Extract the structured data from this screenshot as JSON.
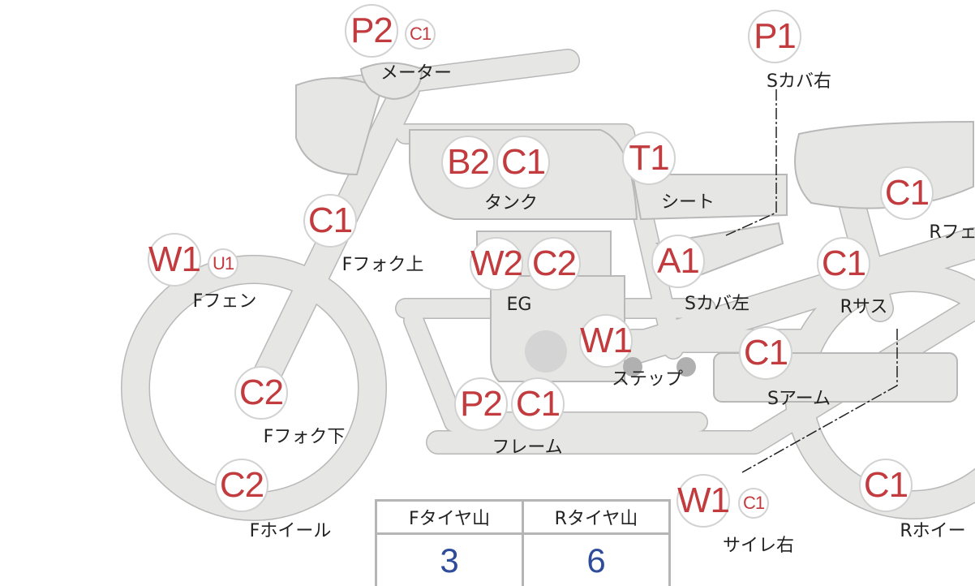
{
  "colors": {
    "part_fill": "#e6e6e4",
    "part_stroke": "#b8b8b8",
    "code_text": "#c23b3e",
    "value_text": "#2e4c9a"
  },
  "parts": [
    {
      "label": "メーター",
      "codes": [
        "P2",
        "C1"
      ]
    },
    {
      "label": "Sカバ右",
      "codes": [
        "P1"
      ]
    },
    {
      "label": "タンク",
      "codes": [
        "B2",
        "C1"
      ]
    },
    {
      "label": "シート",
      "codes": [
        "T1"
      ]
    },
    {
      "label": "Fフォク上",
      "codes": [
        "C1"
      ]
    },
    {
      "label": "Fフェン",
      "codes": [
        "W1",
        "U1"
      ]
    },
    {
      "label": "EG",
      "codes": [
        "W2",
        "C2"
      ]
    },
    {
      "label": "Sカバ左",
      "codes": [
        "A1"
      ]
    },
    {
      "label": "Rフェ",
      "codes": [
        "C1"
      ]
    },
    {
      "label": "Rサス",
      "codes": [
        "C1"
      ]
    },
    {
      "label": "ステップ",
      "codes": [
        "W1"
      ]
    },
    {
      "label": "Sアーム",
      "codes": [
        "C1"
      ]
    },
    {
      "label": "Fフォク下",
      "codes": [
        "C2"
      ]
    },
    {
      "label": "フレーム",
      "codes": [
        "P2",
        "C1"
      ]
    },
    {
      "label": "Fホイール",
      "codes": [
        "C2"
      ]
    },
    {
      "label": "サイレ右",
      "codes": [
        "W1",
        "C1"
      ]
    },
    {
      "label": "Rホイー",
      "codes": [
        "C1"
      ]
    }
  ],
  "tire_table": {
    "headers": [
      "Fタイヤ山",
      "Rタイヤ山"
    ],
    "values": [
      "3",
      "6"
    ]
  }
}
